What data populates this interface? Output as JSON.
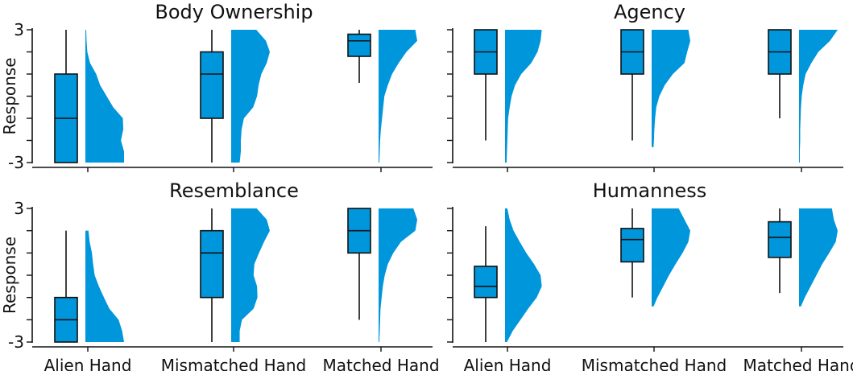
{
  "chart_data": [
    {
      "type": "box",
      "title": "Body Ownership",
      "ylabel": "Response",
      "ylim": [
        -3,
        3
      ],
      "yticks": [
        -3,
        -2,
        -1,
        0,
        1,
        2,
        3
      ],
      "ytick_labels": [
        "-3",
        "",
        "",
        "",
        "",
        "",
        "3"
      ],
      "categories": [
        "Alien Hand",
        "Mismatched Hand",
        "Matched Hand"
      ],
      "show_xticklabels": false,
      "boxes": [
        {
          "whisker_low": -3,
          "q1": -3,
          "median": -1,
          "q3": 1,
          "whisker_high": 3
        },
        {
          "whisker_low": -3,
          "q1": -1,
          "median": 1,
          "q3": 2,
          "whisker_high": 3
        },
        {
          "whisker_low": 0.6,
          "q1": 1.8,
          "median": 2.5,
          "q3": 2.8,
          "whisker_high": 3
        }
      ],
      "densities": [
        [
          [
            -3,
            1.0
          ],
          [
            -2.5,
            1.0
          ],
          [
            -2,
            0.92
          ],
          [
            -1.5,
            0.98
          ],
          [
            -1,
            0.97
          ],
          [
            -0.5,
            0.72
          ],
          [
            0,
            0.55
          ],
          [
            0.5,
            0.38
          ],
          [
            1,
            0.28
          ],
          [
            1.5,
            0.12
          ],
          [
            2,
            0.05
          ],
          [
            2.5,
            0.03
          ],
          [
            3,
            0.02
          ]
        ],
        [
          [
            -3,
            0.22
          ],
          [
            -2.5,
            0.25
          ],
          [
            -2,
            0.25
          ],
          [
            -1.5,
            0.27
          ],
          [
            -1,
            0.33
          ],
          [
            -0.5,
            0.57
          ],
          [
            0,
            0.67
          ],
          [
            0.5,
            0.71
          ],
          [
            1,
            0.78
          ],
          [
            1.5,
            0.92
          ],
          [
            2,
            1.0
          ],
          [
            2.5,
            0.9
          ],
          [
            3,
            0.65
          ]
        ],
        [
          [
            -3,
            0.02
          ],
          [
            -2.5,
            0.03
          ],
          [
            -2,
            0.04
          ],
          [
            -1.5,
            0.06
          ],
          [
            -1,
            0.09
          ],
          [
            -0.5,
            0.12
          ],
          [
            0,
            0.15
          ],
          [
            0.5,
            0.24
          ],
          [
            1,
            0.35
          ],
          [
            1.5,
            0.52
          ],
          [
            2,
            0.72
          ],
          [
            2.5,
            1.0
          ],
          [
            3,
            0.95
          ]
        ]
      ]
    },
    {
      "type": "box",
      "title": "Agency",
      "ylabel": "",
      "ylim": [
        -3,
        3
      ],
      "yticks": [
        -3,
        -2,
        -1,
        0,
        1,
        2,
        3
      ],
      "ytick_labels": [
        "",
        "",
        "",
        "",
        "",
        "",
        ""
      ],
      "categories": [
        "Alien Hand",
        "Mismatched Hand",
        "Matched Hand"
      ],
      "show_xticklabels": false,
      "boxes": [
        {
          "whisker_low": -2,
          "q1": 1,
          "median": 2,
          "q3": 3,
          "whisker_high": 3
        },
        {
          "whisker_low": -2,
          "q1": 1,
          "median": 2,
          "q3": 3,
          "whisker_high": 3
        },
        {
          "whisker_low": -1,
          "q1": 1,
          "median": 2,
          "q3": 3,
          "whisker_high": 3
        }
      ],
      "densities": [
        [
          [
            -3,
            0.04
          ],
          [
            -2.5,
            0.05
          ],
          [
            -2,
            0.06
          ],
          [
            -1.5,
            0.07
          ],
          [
            -1,
            0.08
          ],
          [
            -0.5,
            0.12
          ],
          [
            0,
            0.17
          ],
          [
            0.5,
            0.26
          ],
          [
            1,
            0.42
          ],
          [
            1.5,
            0.68
          ],
          [
            2,
            0.84
          ],
          [
            2.5,
            0.92
          ],
          [
            3,
            0.95
          ]
        ],
        [
          [
            -2.3,
            0.05
          ],
          [
            -2,
            0.06
          ],
          [
            -1.5,
            0.07
          ],
          [
            -1,
            0.09
          ],
          [
            -0.5,
            0.12
          ],
          [
            0,
            0.2
          ],
          [
            0.5,
            0.34
          ],
          [
            1,
            0.55
          ],
          [
            1.5,
            0.85
          ],
          [
            2,
            0.92
          ],
          [
            2.5,
            1.0
          ],
          [
            3,
            0.95
          ]
        ],
        [
          [
            -3,
            0.02
          ],
          [
            -2.5,
            0.02
          ],
          [
            -2,
            0.03
          ],
          [
            -1.5,
            0.03
          ],
          [
            -1,
            0.04
          ],
          [
            -0.5,
            0.05
          ],
          [
            0,
            0.07
          ],
          [
            0.5,
            0.11
          ],
          [
            1,
            0.17
          ],
          [
            1.5,
            0.32
          ],
          [
            2,
            0.5
          ],
          [
            2.5,
            0.8
          ],
          [
            3,
            1.0
          ]
        ]
      ]
    },
    {
      "type": "box",
      "title": "Resemblance",
      "ylabel": "Response",
      "ylim": [
        -3,
        3
      ],
      "yticks": [
        -3,
        -2,
        -1,
        0,
        1,
        2,
        3
      ],
      "ytick_labels": [
        "-3",
        "",
        "",
        "",
        "",
        "",
        "3"
      ],
      "categories": [
        "Alien Hand",
        "Mismatched Hand",
        "Matched Hand"
      ],
      "show_xticklabels": true,
      "boxes": [
        {
          "whisker_low": -3,
          "q1": -3,
          "median": -2,
          "q3": -1,
          "whisker_high": 2
        },
        {
          "whisker_low": -3,
          "q1": -1,
          "median": 1,
          "q3": 2,
          "whisker_high": 3
        },
        {
          "whisker_low": -2,
          "q1": 1,
          "median": 2,
          "q3": 3,
          "whisker_high": 3
        }
      ],
      "densities": [
        [
          [
            -3,
            1.0
          ],
          [
            -2.5,
            0.95
          ],
          [
            -2,
            0.86
          ],
          [
            -1.5,
            0.62
          ],
          [
            -1,
            0.48
          ],
          [
            -0.5,
            0.35
          ],
          [
            0,
            0.24
          ],
          [
            0.5,
            0.2
          ],
          [
            1,
            0.17
          ],
          [
            1.5,
            0.11
          ],
          [
            2,
            0.08
          ]
        ],
        [
          [
            -3,
            0.22
          ],
          [
            -2.5,
            0.22
          ],
          [
            -2,
            0.28
          ],
          [
            -1.5,
            0.58
          ],
          [
            -1,
            0.68
          ],
          [
            -0.5,
            0.67
          ],
          [
            0,
            0.58
          ],
          [
            0.5,
            0.6
          ],
          [
            1,
            0.72
          ],
          [
            1.5,
            0.85
          ],
          [
            2,
            1.0
          ],
          [
            2.5,
            0.92
          ],
          [
            3,
            0.66
          ]
        ],
        [
          [
            -3,
            0.02
          ],
          [
            -2.5,
            0.03
          ],
          [
            -2,
            0.04
          ],
          [
            -1.5,
            0.05
          ],
          [
            -1,
            0.08
          ],
          [
            -0.5,
            0.11
          ],
          [
            0,
            0.16
          ],
          [
            0.5,
            0.24
          ],
          [
            1,
            0.38
          ],
          [
            1.5,
            0.58
          ],
          [
            2,
            0.95
          ],
          [
            2.5,
            1.0
          ],
          [
            3,
            0.9
          ]
        ]
      ]
    },
    {
      "type": "box",
      "title": "Humanness",
      "ylabel": "",
      "ylim": [
        -3,
        3
      ],
      "yticks": [
        -3,
        -2,
        -1,
        0,
        1,
        2,
        3
      ],
      "ytick_labels": [
        "",
        "",
        "",
        "",
        "",
        "",
        ""
      ],
      "categories": [
        "Alien Hand",
        "Mismatched Hand",
        "Matched Hand"
      ],
      "show_xticklabels": true,
      "boxes": [
        {
          "whisker_low": -3,
          "q1": -1,
          "median": -0.5,
          "q3": 0.4,
          "whisker_high": 2.2
        },
        {
          "whisker_low": -1,
          "q1": 0.6,
          "median": 1.6,
          "q3": 2.1,
          "whisker_high": 3
        },
        {
          "whisker_low": -0.8,
          "q1": 0.8,
          "median": 1.7,
          "q3": 2.4,
          "whisker_high": 3
        }
      ],
      "densities": [
        [
          [
            -3,
            0.05
          ],
          [
            -2.5,
            0.2
          ],
          [
            -2,
            0.4
          ],
          [
            -1.5,
            0.6
          ],
          [
            -1,
            0.82
          ],
          [
            -0.5,
            0.95
          ],
          [
            0,
            0.92
          ],
          [
            0.5,
            0.75
          ],
          [
            1,
            0.55
          ],
          [
            1.5,
            0.38
          ],
          [
            2,
            0.22
          ],
          [
            2.5,
            0.12
          ],
          [
            3,
            0.06
          ]
        ],
        [
          [
            -1.4,
            0.05
          ],
          [
            -1,
            0.15
          ],
          [
            -0.5,
            0.3
          ],
          [
            0,
            0.45
          ],
          [
            0.5,
            0.62
          ],
          [
            1,
            0.8
          ],
          [
            1.5,
            0.95
          ],
          [
            2,
            1.0
          ],
          [
            2.5,
            0.85
          ],
          [
            3,
            0.7
          ]
        ],
        [
          [
            -1.4,
            0.05
          ],
          [
            -1,
            0.15
          ],
          [
            -0.5,
            0.3
          ],
          [
            0,
            0.45
          ],
          [
            0.5,
            0.6
          ],
          [
            1,
            0.78
          ],
          [
            1.5,
            0.95
          ],
          [
            2,
            1.0
          ],
          [
            2.5,
            0.9
          ],
          [
            3,
            0.85
          ]
        ]
      ]
    }
  ]
}
